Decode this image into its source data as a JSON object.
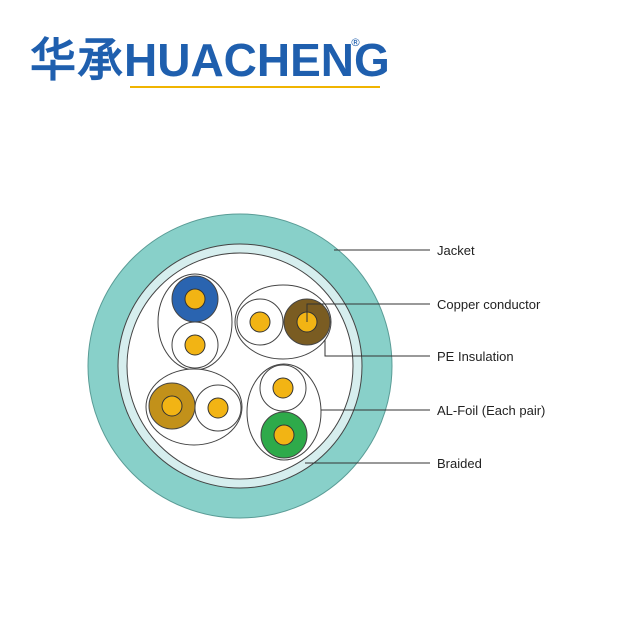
{
  "logo": {
    "cn": "华承",
    "en": "HUACHENG",
    "reg": "®"
  },
  "labels": {
    "jacket": "Jacket",
    "copper": "Copper conductor",
    "pe": "PE Insulation",
    "foil": "AL-Foil (Each pair)",
    "braided": "Braided"
  },
  "colors": {
    "brand": "#1f5fae",
    "accent": "#f0b400",
    "jacket": "#88d0c9",
    "braid": "#d6eeee",
    "conductor": "#f2b414",
    "pair_blue": "#2a64b0",
    "pair_brown": "#7a5c22",
    "pair_gold": "#c2911a",
    "pair_green": "#2eaa4a"
  }
}
